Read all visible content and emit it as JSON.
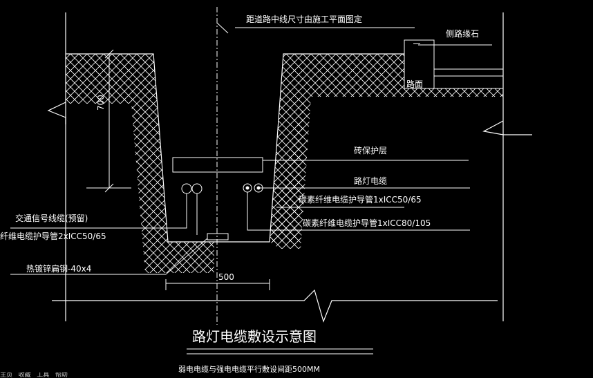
{
  "drawing": {
    "title": "路灯电缆敷设示意图",
    "note_bottom": "弱电电缆与强电电缆平行敷设间距500MM",
    "callouts": {
      "centerline_note": "距道路中线尺寸由施工平面图定",
      "curb": "侧路缘石",
      "pavement": "路面",
      "brick_layer": "砖保护层",
      "street_light_cable": "路灯电缆",
      "conduit_right_1": "碳素纤维电缆护导管1xICC50/65",
      "conduit_right_2": "碳素纤维电缆护导管1xICC80/105",
      "traffic_cable": "交通信号线缆(预留)",
      "conduit_left": "纤维电缆护导管2xICC50/65",
      "ground_steel": "热镀锌扁钢-40x4"
    },
    "dimensions": {
      "depth": "700",
      "width": "500"
    }
  },
  "taskbar": {
    "items": [
      "主页",
      "收藏",
      "工具",
      "帮助"
    ]
  },
  "colors": {
    "background": "#000000",
    "lines": "#ffffff"
  }
}
